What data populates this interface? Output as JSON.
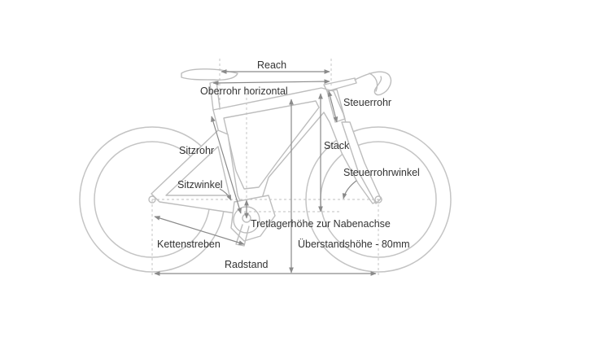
{
  "labels": {
    "reach": "Reach",
    "top_tube_horizontal": "Oberrohr horizontal",
    "head_tube": "Steuerrohr",
    "seat_tube": "Sitzrohr",
    "stack": "Stack",
    "head_tube_angle": "Steuerrohrwinkel",
    "seat_angle": "Sitzwinkel",
    "bb_drop": "Tretlagerhöhe zur Nabenachse",
    "chainstays": "Kettenstreben",
    "standover": "Überstandshöhe - 80mm",
    "wheelbase": "Radstand"
  },
  "colors": {
    "frame": "#bdbdbd",
    "measure": "#8a8a8a",
    "text": "#333333"
  }
}
